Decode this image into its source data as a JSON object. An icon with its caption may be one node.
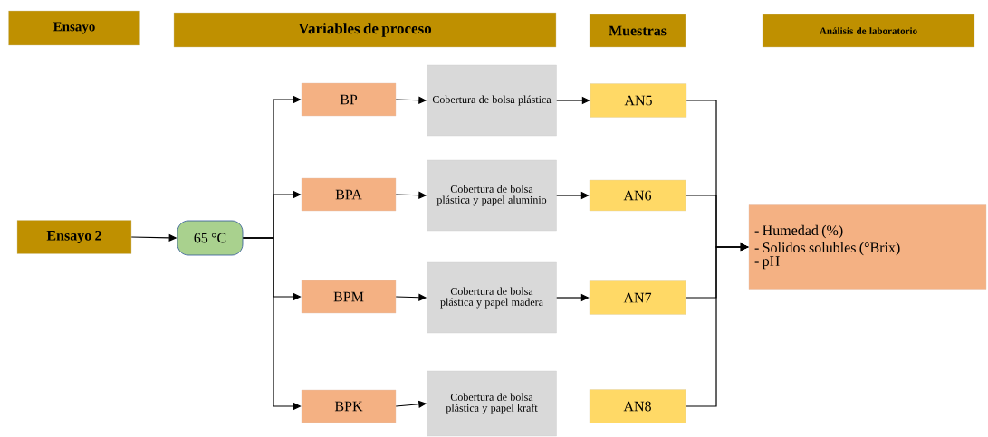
{
  "diagram": {
    "nodes": [
      {
        "text": [
          "Ensayo"
        ]
      },
      {
        "text": [
          "Variables de proceso"
        ]
      },
      {
        "text": [
          "Muestras"
        ]
      },
      {
        "text": [
          "Análisis de laboratorio"
        ]
      },
      {
        "text": [
          "Ensayo 2"
        ]
      },
      {
        "text": [
          "65 °C"
        ]
      },
      {
        "text": [
          "BP"
        ]
      },
      {
        "text": [
          "Cobertura de bolsa plástica"
        ]
      },
      {
        "text": [
          "AN5"
        ]
      },
      {
        "text": [
          "BPA"
        ]
      },
      {
        "text": [
          "Cobertura de bolsa plástica y papel aluminio"
        ]
      },
      {
        "text": [
          "AN6"
        ]
      },
      {
        "text": [
          "BPM"
        ]
      },
      {
        "text": [
          "Cobertura de bolsa plástica y papel madera"
        ]
      },
      {
        "text": [
          "AN7"
        ]
      },
      {
        "text": [
          "BPK"
        ]
      },
      {
        "text": [
          "Cobertura de bolsa plástica y papel kraft"
        ]
      },
      {
        "text": [
          "AN8"
        ]
      },
      {
        "text": [
          "- Humedad (%)",
          "- Solidos solubles (°Brix)",
          "- pH"
        ]
      }
    ],
    "edges": [
      {
        "from": 4,
        "to": 5,
        "arrow": "to"
      },
      {
        "from": 5,
        "to": 6,
        "arrow": "to"
      },
      {
        "from": 5,
        "to": 9,
        "arrow": "to"
      },
      {
        "from": 5,
        "to": 12,
        "arrow": "to"
      },
      {
        "from": 5,
        "to": 15,
        "arrow": "to"
      },
      {
        "from": 6,
        "to": 7,
        "arrow": "to"
      },
      {
        "from": 7,
        "to": 8,
        "arrow": "to"
      },
      {
        "from": 9,
        "to": 10,
        "arrow": "to"
      },
      {
        "from": 10,
        "to": 11,
        "arrow": "to"
      },
      {
        "from": 12,
        "to": 13,
        "arrow": "to"
      },
      {
        "from": 13,
        "to": 14,
        "arrow": "to"
      },
      {
        "from": 15,
        "to": 16,
        "arrow": "to"
      },
      {
        "from": 8,
        "to": 18,
        "arrow": "to"
      },
      {
        "from": 11,
        "to": 18,
        "arrow": "to"
      },
      {
        "from": 14,
        "to": 18,
        "arrow": "to"
      },
      {
        "from": 17,
        "to": 18,
        "arrow": "to"
      }
    ]
  }
}
